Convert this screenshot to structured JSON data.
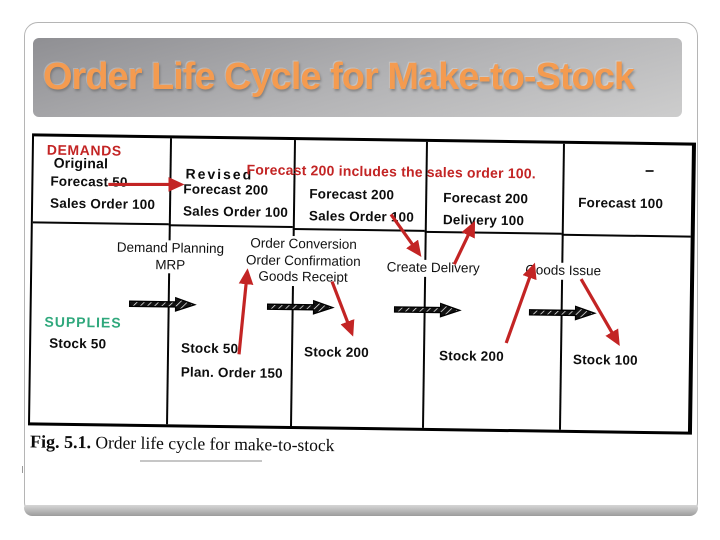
{
  "slide": {
    "title": "Order Life Cycle for Make-to-Stock"
  },
  "diagram": {
    "demands_label": "DEMANDS",
    "supplies_label": "SUPPLIES",
    "annotation": "Forecast 200 includes the sales order 100.",
    "columns": [
      {
        "header": "Original",
        "demands": [
          "Forecast 50",
          "Sales Order 100"
        ],
        "supplies": [
          "Stock 50"
        ]
      },
      {
        "header": "Revised",
        "demands": [
          "Forecast 200",
          "Sales Order 100"
        ],
        "supplies": [
          "Stock 50",
          "Plan. Order 150"
        ]
      },
      {
        "demands": [
          "Forecast 200",
          "Sales Order 100"
        ],
        "supplies": [
          "Stock 200"
        ]
      },
      {
        "demands": [
          "Forecast 200",
          "Delivery 100"
        ],
        "supplies": [
          "Stock 200"
        ]
      },
      {
        "demands": [
          "Forecast 100"
        ],
        "supplies": [
          "Stock 100"
        ]
      }
    ],
    "processes": [
      {
        "lines": [
          "Demand Planning",
          "MRP"
        ]
      },
      {
        "lines": [
          "Order Conversion",
          "Order Confirmation",
          "Goods Receipt"
        ]
      },
      {
        "lines": [
          "Create Delivery"
        ]
      },
      {
        "lines": [
          "Goods Issue"
        ]
      }
    ]
  },
  "caption": {
    "label": "Fig. 5.1.",
    "text": "Order life cycle for make-to-stock"
  },
  "colors": {
    "title_orange": "#F49B50",
    "annotation_red": "#C32424",
    "supplies_green": "#2FA87C",
    "scan_black": "#0D0D0D"
  }
}
